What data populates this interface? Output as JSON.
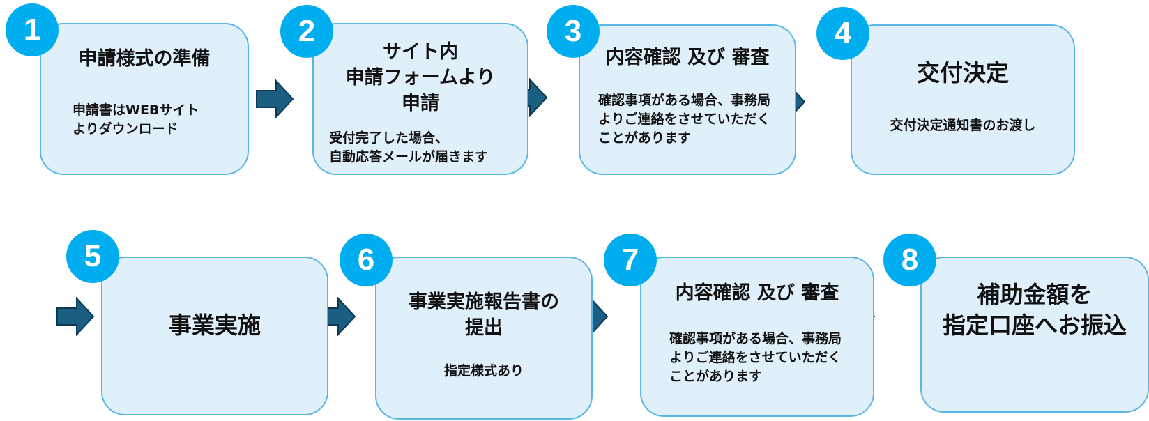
{
  "colors": {
    "badge": "#00aeef",
    "box_fill": "#dff0fb",
    "box_border": "#5bb6e3",
    "arrow": "#1a5e82"
  },
  "steps": [
    {
      "number": "1",
      "title": "申請様式の準備",
      "desc": "申請書はWEBサイト\nよりダウンロード"
    },
    {
      "number": "2",
      "title": "サイト内\n申請フォームより\n申請",
      "desc": "受付完了した場合、\n自動応答メールが届きます"
    },
    {
      "number": "3",
      "title": "内容確認 及び 審査",
      "desc": "確認事項がある場合、事務局\nよりご連絡をさせていただく\nことがあります"
    },
    {
      "number": "4",
      "title": "交付決定",
      "desc": "交付決定通知書のお渡し"
    },
    {
      "number": "5",
      "title": "事業実施",
      "desc": ""
    },
    {
      "number": "6",
      "title": "事業実施報告書の\n提出",
      "desc": "指定様式あり"
    },
    {
      "number": "7",
      "title": "内容確認 及び 審査",
      "desc": "確認事項がある場合、事務局\nよりご連絡をさせていただく\nことがあります"
    },
    {
      "number": "8",
      "title": "補助金額を\n指定口座へお振込",
      "desc": ""
    }
  ],
  "arrow_icon": "right-arrow-icon"
}
